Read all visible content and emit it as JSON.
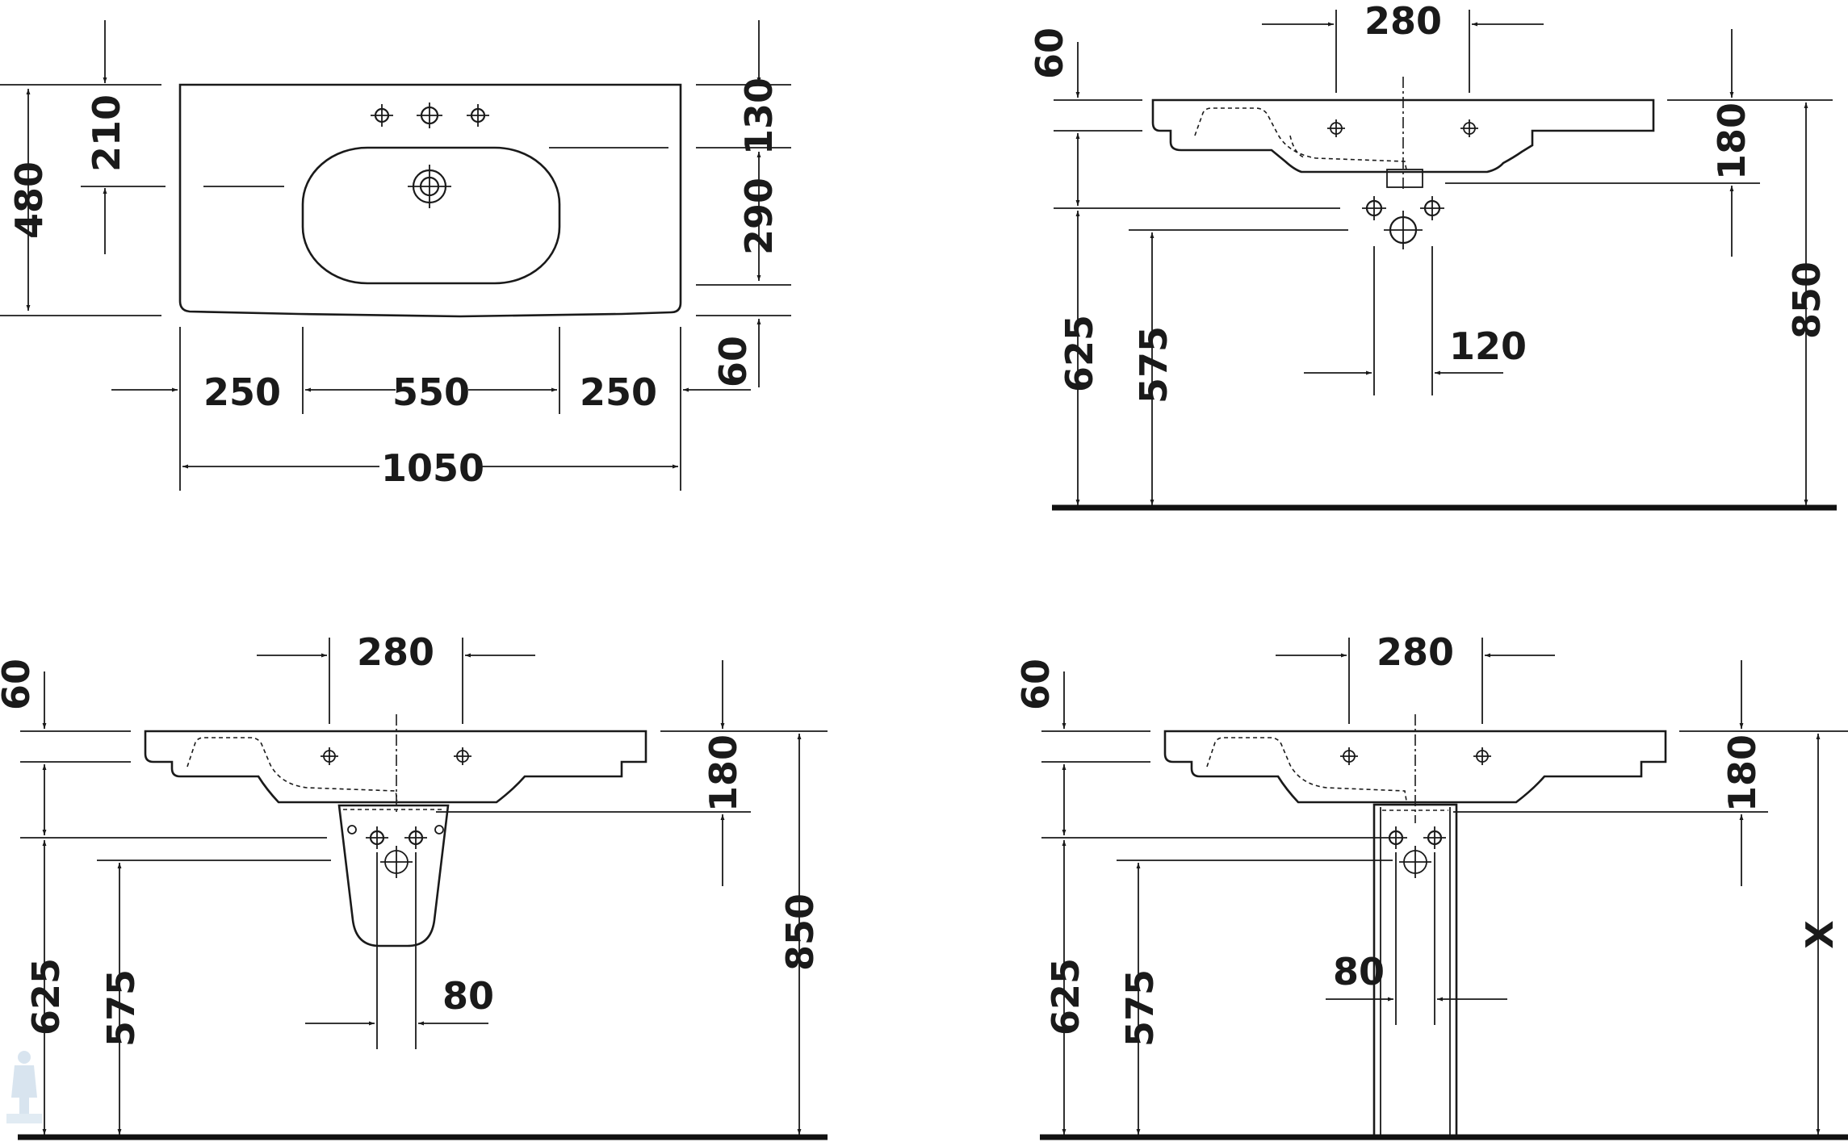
{
  "top_view": {
    "dim_210": "210",
    "dim_480": "480",
    "dim_130": "130",
    "dim_290": "290",
    "dim_60": "60",
    "dim_250_left": "250",
    "dim_550": "550",
    "dim_250_right": "250",
    "dim_1050": "1050"
  },
  "front_view": {
    "dim_280": "280",
    "dim_60": "60",
    "dim_180": "180",
    "dim_850": "850",
    "dim_625": "625",
    "dim_575": "575",
    "dim_120": "120"
  },
  "semi_pedestal_view": {
    "dim_280": "280",
    "dim_60": "60",
    "dim_180": "180",
    "dim_850": "850",
    "dim_625": "625",
    "dim_575": "575",
    "dim_80": "80"
  },
  "pedestal_view": {
    "dim_280": "280",
    "dim_60": "60",
    "dim_180": "180",
    "dim_x": "X",
    "dim_625": "625",
    "dim_575": "575",
    "dim_80": "80"
  },
  "icons": [
    "plumber-logo-icon"
  ]
}
